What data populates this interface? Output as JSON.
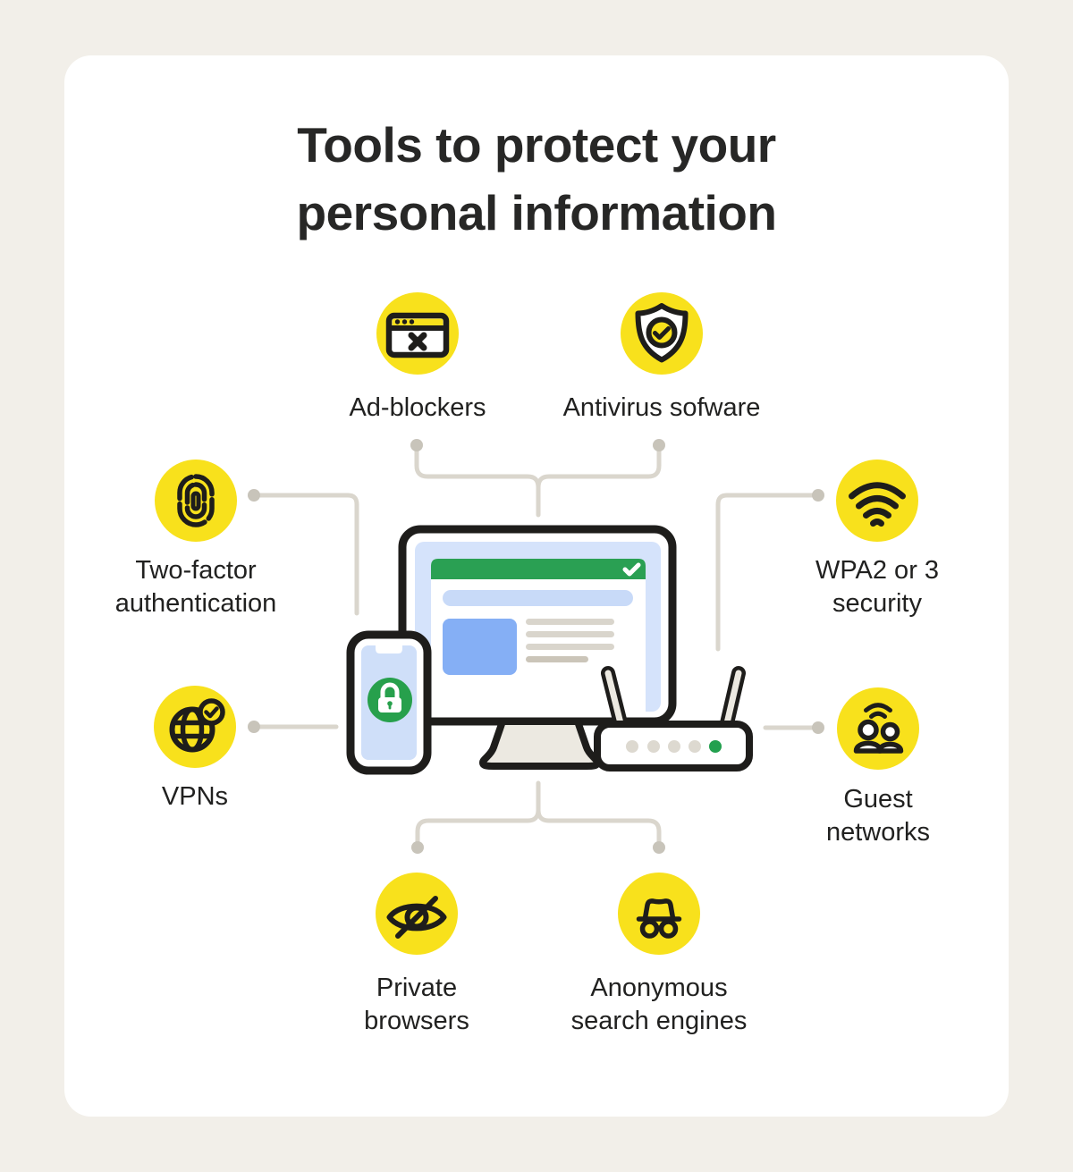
{
  "title": {
    "line1": "Tools to protect your",
    "line2": "personal information"
  },
  "tools": [
    {
      "id": "ad-blockers",
      "label": "Ad-blockers",
      "icon": "browser-blocked-icon"
    },
    {
      "id": "antivirus",
      "label": "Antivirus sofware",
      "icon": "shield-check-icon"
    },
    {
      "id": "two-factor",
      "label": "Two-factor authentication",
      "icon": "fingerprint-icon"
    },
    {
      "id": "wpa-security",
      "label": "WPA2 or 3 security",
      "icon": "wifi-icon"
    },
    {
      "id": "vpns",
      "label": "VPNs",
      "icon": "globe-check-icon"
    },
    {
      "id": "guest-networks",
      "label": "Guest networks",
      "icon": "users-wifi-icon"
    },
    {
      "id": "private-browsers",
      "label": "Private browsers",
      "icon": "eye-slash-icon"
    },
    {
      "id": "anonymous-search",
      "label": "Anonymous search engines",
      "icon": "incognito-icon"
    }
  ],
  "colors": {
    "page_background": "#f2efe9",
    "card_background": "#ffffff",
    "accent_yellow": "#f8e11c",
    "brand_green": "#27a04e",
    "icon_stroke": "#1e1d1b",
    "connector_line": "#dad6cd",
    "connector_dot": "#c8c4ba",
    "screen_blue": "#d5e3fb",
    "ui_blue_light": "#c8daf8",
    "ui_blue": "#85aff5",
    "ui_gray_line": "#d9d5cc",
    "ui_tan_line": "#cbc5b9",
    "device_beige": "#ece9e1",
    "text": "#212120"
  }
}
